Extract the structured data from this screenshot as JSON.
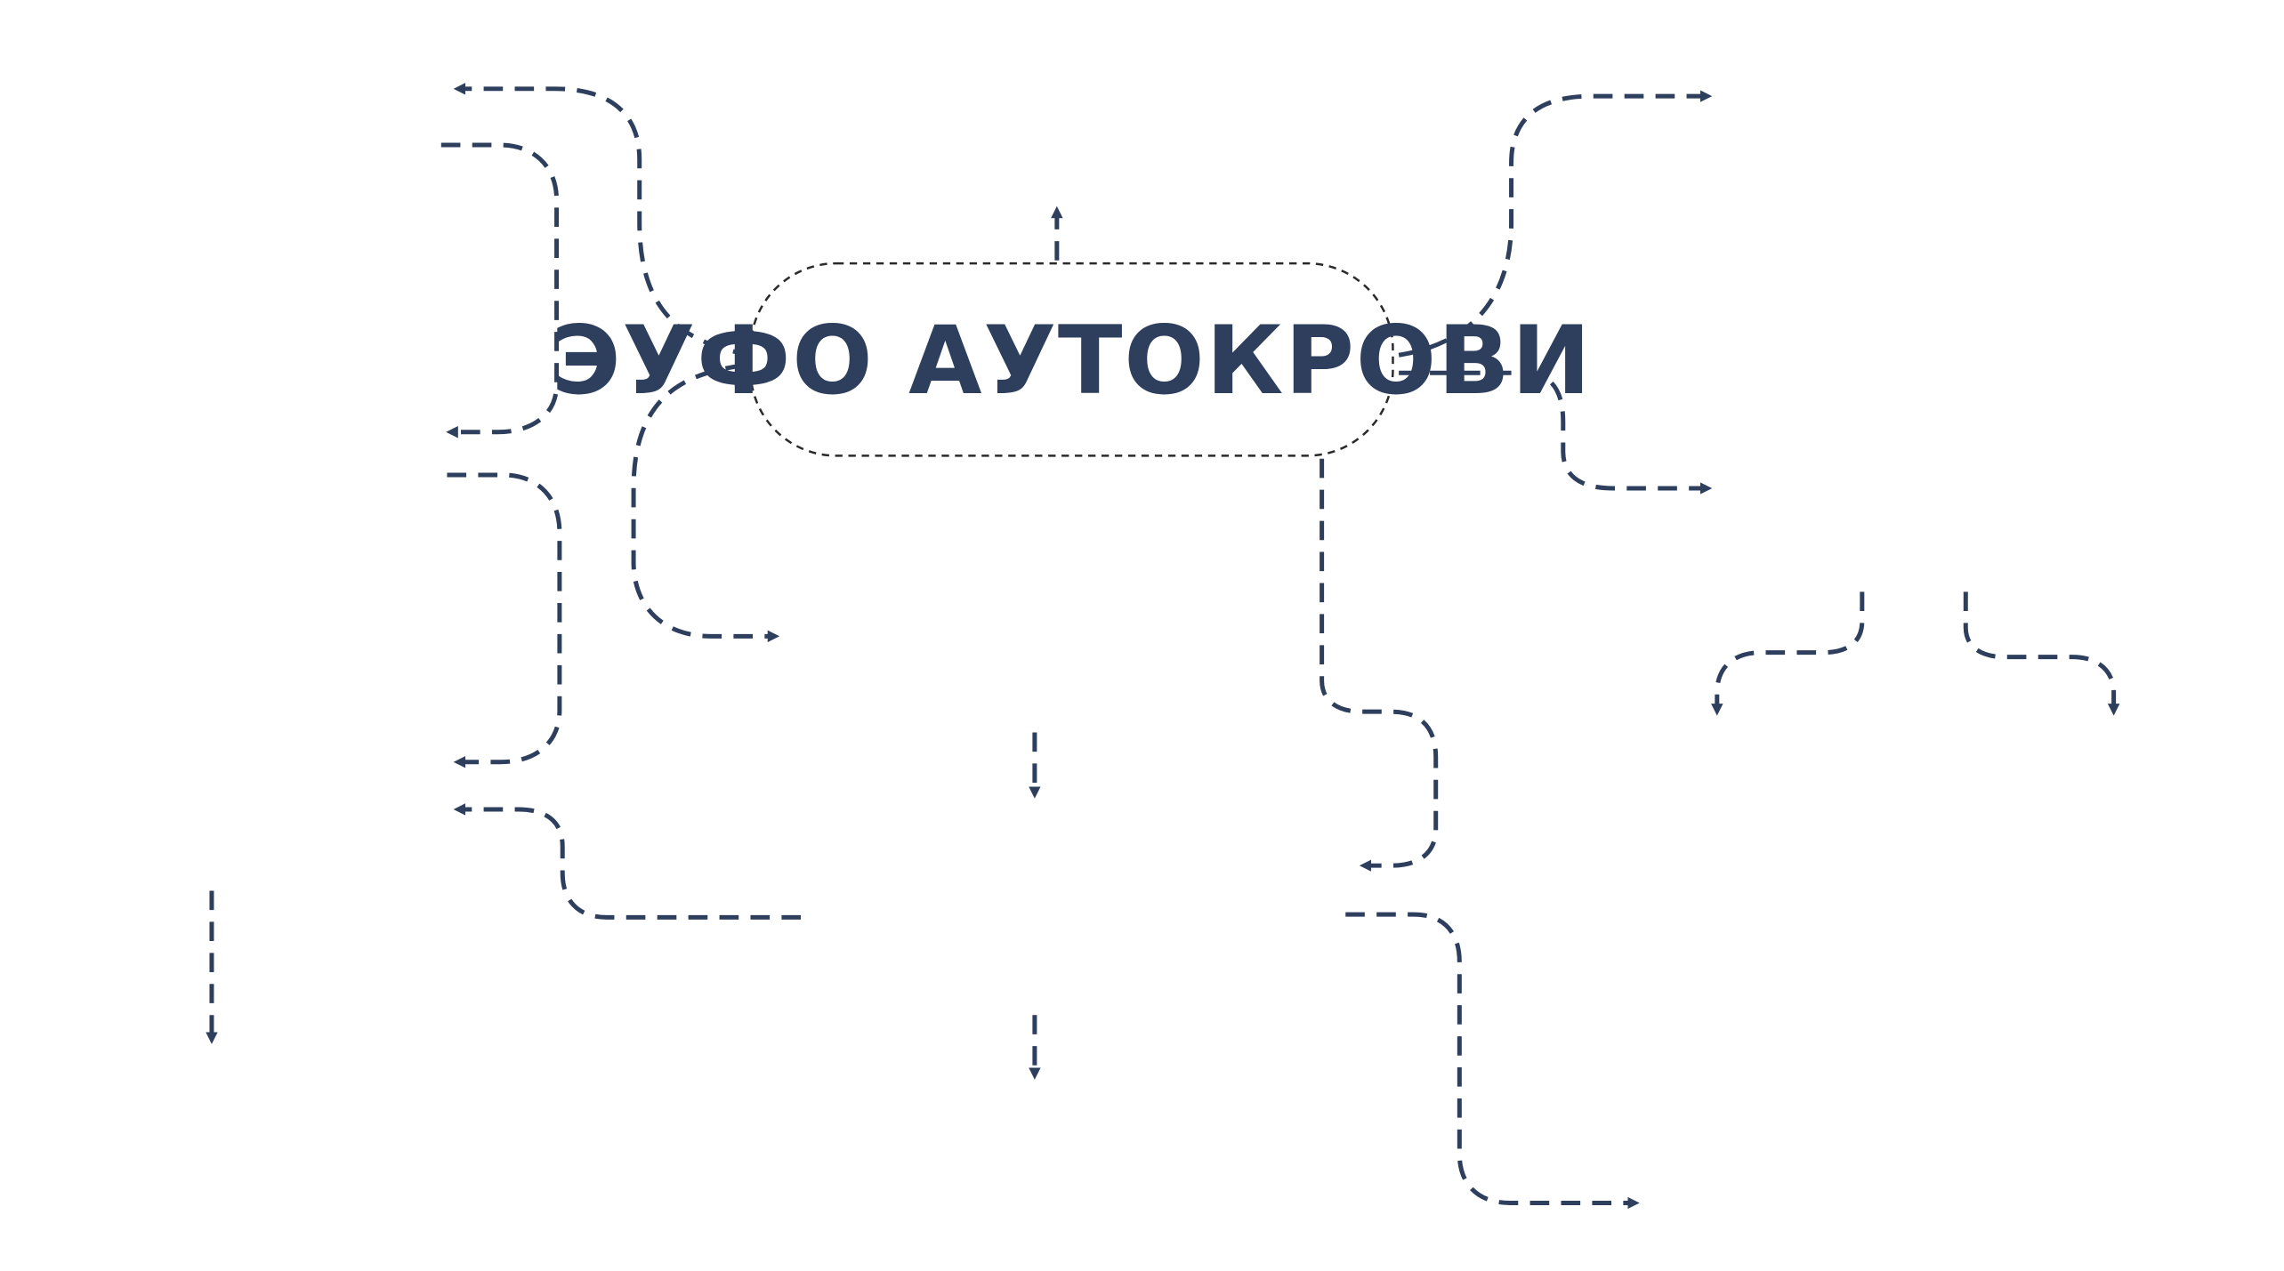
{
  "diagram": {
    "center": {
      "title": "ЭУФО АУТОКРОВИ"
    },
    "colors": {
      "stroke": "#2e3f5e",
      "node_border": "#2a2a2a",
      "text": "#2e3f5e",
      "background": "#ffffff"
    },
    "style": {
      "line": "dashed",
      "arrowhead": "filled-triangle"
    }
  }
}
